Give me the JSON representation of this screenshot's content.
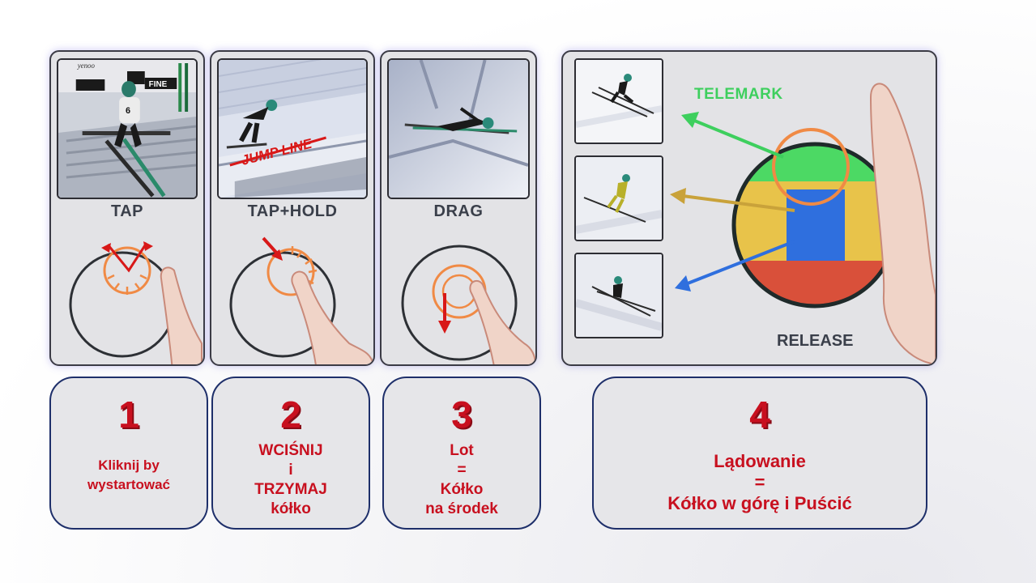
{
  "panels": [
    {
      "label": "TAP"
    },
    {
      "label": "TAP+HOLD",
      "photo_text": "JUMP LINE"
    },
    {
      "label": "DRAG"
    }
  ],
  "landing_panel": {
    "telemark_label": "TELEMARK",
    "release_label": "RELEASE",
    "zone_colors": {
      "top": "#4cd964",
      "middle": "#e8c34a",
      "center": "#2f6fde",
      "bottom": "#d9503a"
    },
    "arrow_colors": {
      "telemark": "#3ecf5e",
      "middle": "#c9a23a",
      "bottom": "#2f6fde"
    }
  },
  "photo_texts": {
    "bib": "6",
    "sponsor1": "yenoo",
    "sponsor2": "FINE"
  },
  "steps": [
    {
      "number": "1",
      "text": "Kliknij by\nwystartować"
    },
    {
      "number": "2",
      "text": "WCIŚNIJ\ni\nTRZYMAJ\nkółko"
    },
    {
      "number": "3",
      "text": "Lot\n=\nKółko\nna środek"
    },
    {
      "number": "4",
      "text": "Lądowanie\n=\nKółko w górę i Puścić"
    }
  ],
  "colors": {
    "accent_red": "#c8101f",
    "orange": "#f08a45",
    "border_navy": "#1e2f6a"
  }
}
